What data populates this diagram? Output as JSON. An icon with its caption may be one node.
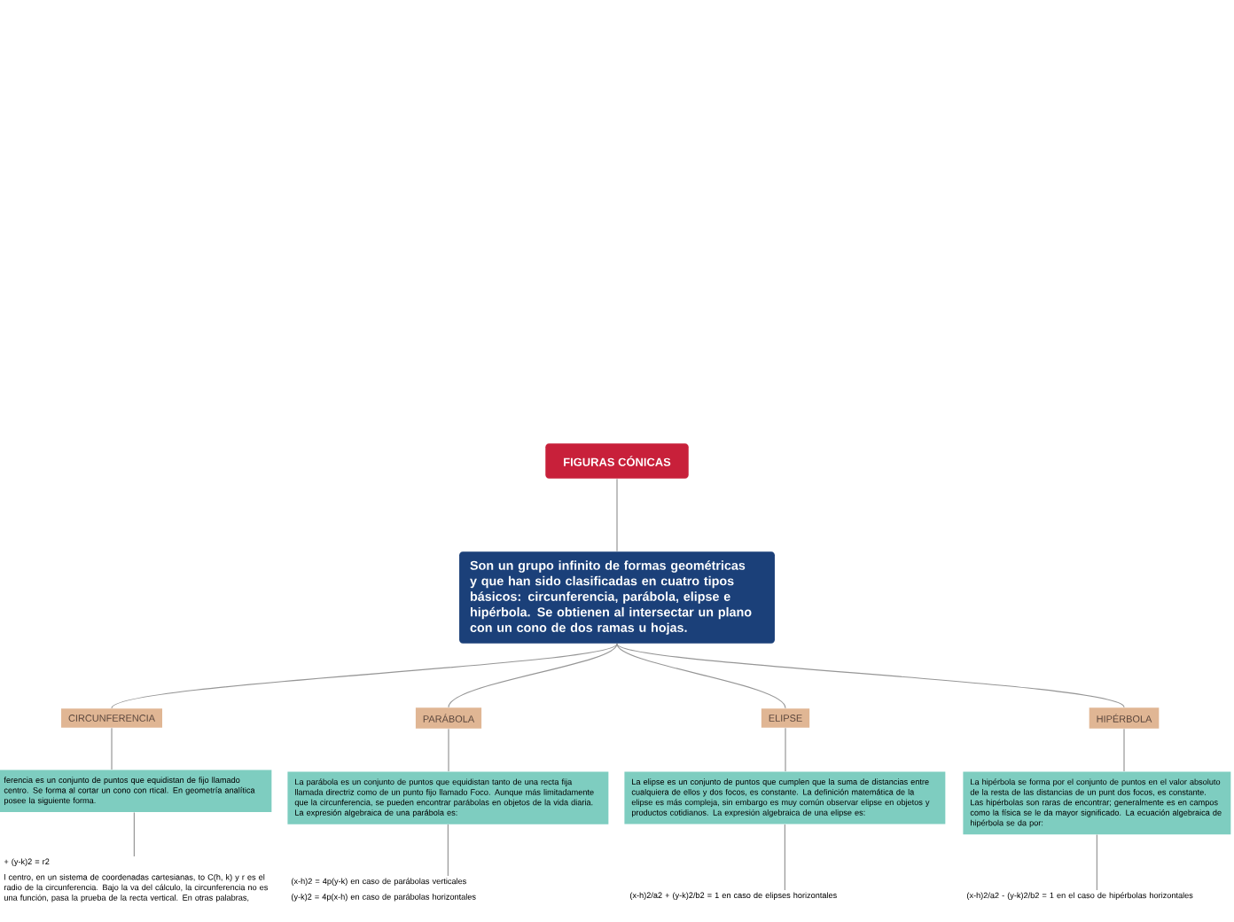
{
  "diagram": {
    "nodes": [
      {
        "text": [
          "FIGURAS CÓNICAS"
        ]
      },
      {
        "text": [
          "Son un grupo infinito de formas geométricas y que han sido clasificadas en cuatro tipos básicos: circunferencia, parábola, elipse e hipérbola. Se obtienen al intersectar un plano con un cono de dos ramas u hojas."
        ]
      },
      {
        "text": [
          "CIRCUNFERENCIA"
        ]
      },
      {
        "text": [
          "PARÁBOLA"
        ]
      },
      {
        "text": [
          "ELIPSE"
        ]
      },
      {
        "text": [
          "HIPÉRBOLA"
        ]
      },
      {
        "text": [
          "ferencia es un conjunto de puntos que equidistan de fijo llamado centro. Se forma al cortar un cono con rtical. En geometría analítica posee la siguiente forma."
        ]
      },
      {
        "text": [
          "La parábola es un conjunto de puntos que equidistan tanto de una recta fija llamada directriz como de un punto fijo llamado Foco. Aunque más limitadamente que la circunferencia, se pueden encontrar parábolas en objetos de la vida diaria. La expresión algebraica de una parábola es:"
        ]
      },
      {
        "text": [
          "La elipse es un conjunto de puntos que cumplen que la suma de distancias entre cualquiera de ellos y dos focos, es constante. La definición matemática de la elipse es más compleja, sin embargo es muy común observar elipse en objetos y productos cotidianos. La expresión algebraica de una elipse es:"
        ]
      },
      {
        "text": [
          "La hipérbola se forma por el conjunto de puntos en el valor absoluto de la resta de las distancias de un punt dos focos, es constante. Las hipérbolas son raras de encontrar; generalmente es en campos como la física se le da mayor significado. La ecuación algebraica de hipérbola se da por:"
        ]
      },
      {
        "text": [
          "+ (y-k)2 = r2",
          "l centro, en un sistema de coordenadas cartesianas, to C(h, k) y r es el radio de la circunferencia. Bajo la va del cálculo, la circunferencia no es una función, pasa la prueba de la recta vertical. En otras palabras,"
        ]
      },
      {
        "text": [
          "(x-h)2 = 4p(y-k) en caso de parábolas verticales",
          "(y-k)2 = 4p(x-h) en caso de parábolas horizontales"
        ]
      },
      {
        "text": [
          "(x-h)2/a2 + (y-k)2/b2 = 1 en caso de elipses horizontales"
        ]
      },
      {
        "text": [
          "(x-h)2/a2  - (y-k)2/b2 = 1 en el caso de hipérbolas horizontales"
        ]
      }
    ],
    "edges": [
      {
        "from": 0,
        "to": 1,
        "arrow": "none"
      },
      {
        "from": 1,
        "to": 2,
        "arrow": "none"
      },
      {
        "from": 1,
        "to": 3,
        "arrow": "none"
      },
      {
        "from": 1,
        "to": 4,
        "arrow": "none"
      },
      {
        "from": 1,
        "to": 5,
        "arrow": "none"
      },
      {
        "from": 2,
        "to": 6,
        "arrow": "none"
      },
      {
        "from": 3,
        "to": 7,
        "arrow": "none"
      },
      {
        "from": 4,
        "to": 8,
        "arrow": "none"
      },
      {
        "from": 5,
        "to": 9,
        "arrow": "none"
      },
      {
        "from": 6,
        "to": 10,
        "arrow": "none"
      },
      {
        "from": 7,
        "to": 11,
        "arrow": "none"
      },
      {
        "from": 8,
        "to": 12,
        "arrow": "none"
      },
      {
        "from": 9,
        "to": 13,
        "arrow": "none"
      }
    ]
  }
}
